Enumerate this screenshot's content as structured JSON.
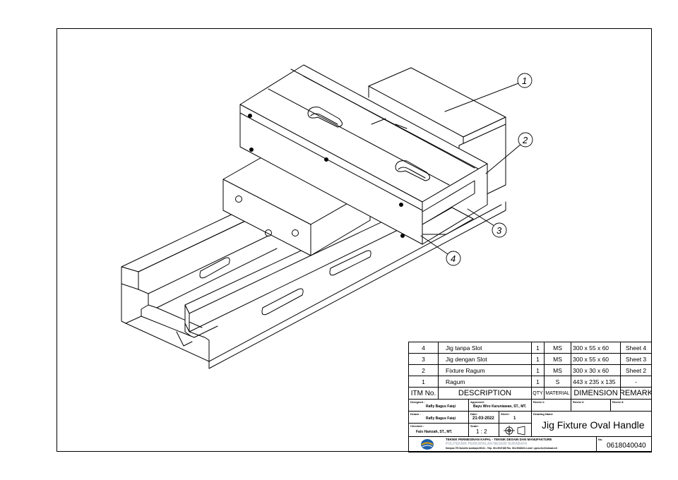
{
  "balloons": [
    {
      "label": "1"
    },
    {
      "label": "2"
    },
    {
      "label": "3"
    },
    {
      "label": "4"
    }
  ],
  "bom": {
    "headers": {
      "item": "ITM No.",
      "description": "DESCRIPTION",
      "qty": "QTY",
      "material": "MATERIAL",
      "dimension": "DIMENSION",
      "remark": "REMARK"
    },
    "rows": [
      {
        "item": "4",
        "description": "Jig tanpa Slot",
        "qty": "1",
        "material": "MS",
        "dimension": "300 x 55 x 60",
        "remark": "Sheet 4"
      },
      {
        "item": "3",
        "description": "Jig dengan Slot",
        "qty": "1",
        "material": "MS",
        "dimension": "300 x 55 x 60",
        "remark": "Sheet 3"
      },
      {
        "item": "2",
        "description": "Fixture Ragum",
        "qty": "1",
        "material": "MS",
        "dimension": "300 x 30 x 60",
        "remark": "Sheet 2"
      },
      {
        "item": "1",
        "description": "Ragum",
        "qty": "1",
        "material": "S",
        "dimension": "443 x 235 x 135",
        "remark": "-"
      }
    ]
  },
  "title_block": {
    "designed_label": "Designed :",
    "designed_value": "Rafly Bagus Faiqi",
    "approved_label": "Approved:",
    "approved_value": "Bayu Wiro Karuniawan, ST., MT.",
    "revisi1_label": "Revisi 1:",
    "revisi2_label": "Revisi 2:",
    "revisi3_label": "Revisi 3:",
    "drawn_label": "Drawn :",
    "drawn_value": "Rafly Bagus Faiqi",
    "date_label": "Date:",
    "date_value": "21-03-2022",
    "sheet_label": "Sheet :",
    "sheet_value": "1",
    "drawing_name_label": "Drawing Name",
    "drawing_name_value": "Jig Fixture Oval Handle",
    "checked_label": "Checked :",
    "checked_value": "Fais Hamzah, ST., MT.",
    "scale_label": "Scale:",
    "scale_value": "1 : 2",
    "dept_line": "TEKNIK PERMESINAN KAPAL - TEKNIK DESAIN DAN MANUFAKTURE",
    "institution": "POLITEKNIK PERKAPALAN NEGERI SURABAYA",
    "address": "Kampus ITS Sukolilo surabaya 60111 - Telp. 031-5947186 Fax. 031-5942624 e-mail : ppns-its@indosat.net",
    "no_label": "No.",
    "no_value": "0618040040"
  },
  "colors": {
    "line": "#000000",
    "background": "#ffffff",
    "logo_blue": "#1f5fa8",
    "logo_gold": "#d9a21b"
  }
}
